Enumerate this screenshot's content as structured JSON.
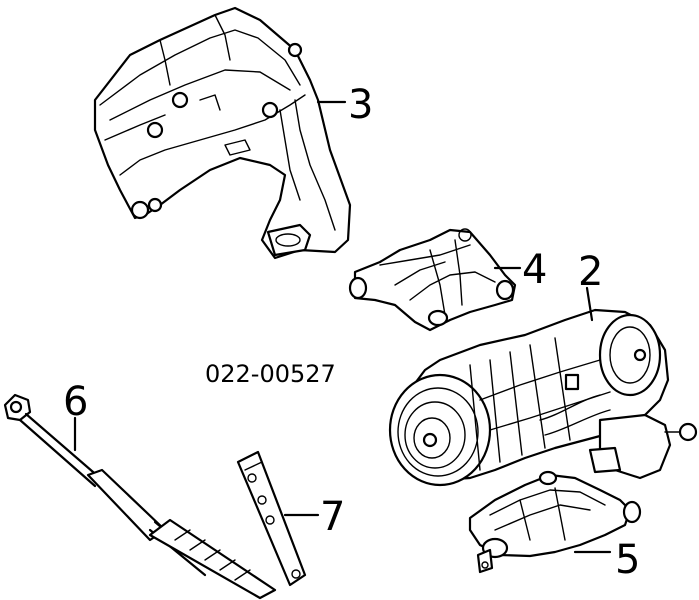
{
  "diagram": {
    "reference_number": "022-00527",
    "callouts": [
      {
        "id": "3",
        "label": "3"
      },
      {
        "id": "4",
        "label": "4"
      },
      {
        "id": "2",
        "label": "2"
      },
      {
        "id": "6",
        "label": "6"
      },
      {
        "id": "7",
        "label": "7"
      },
      {
        "id": "5",
        "label": "5"
      }
    ]
  }
}
